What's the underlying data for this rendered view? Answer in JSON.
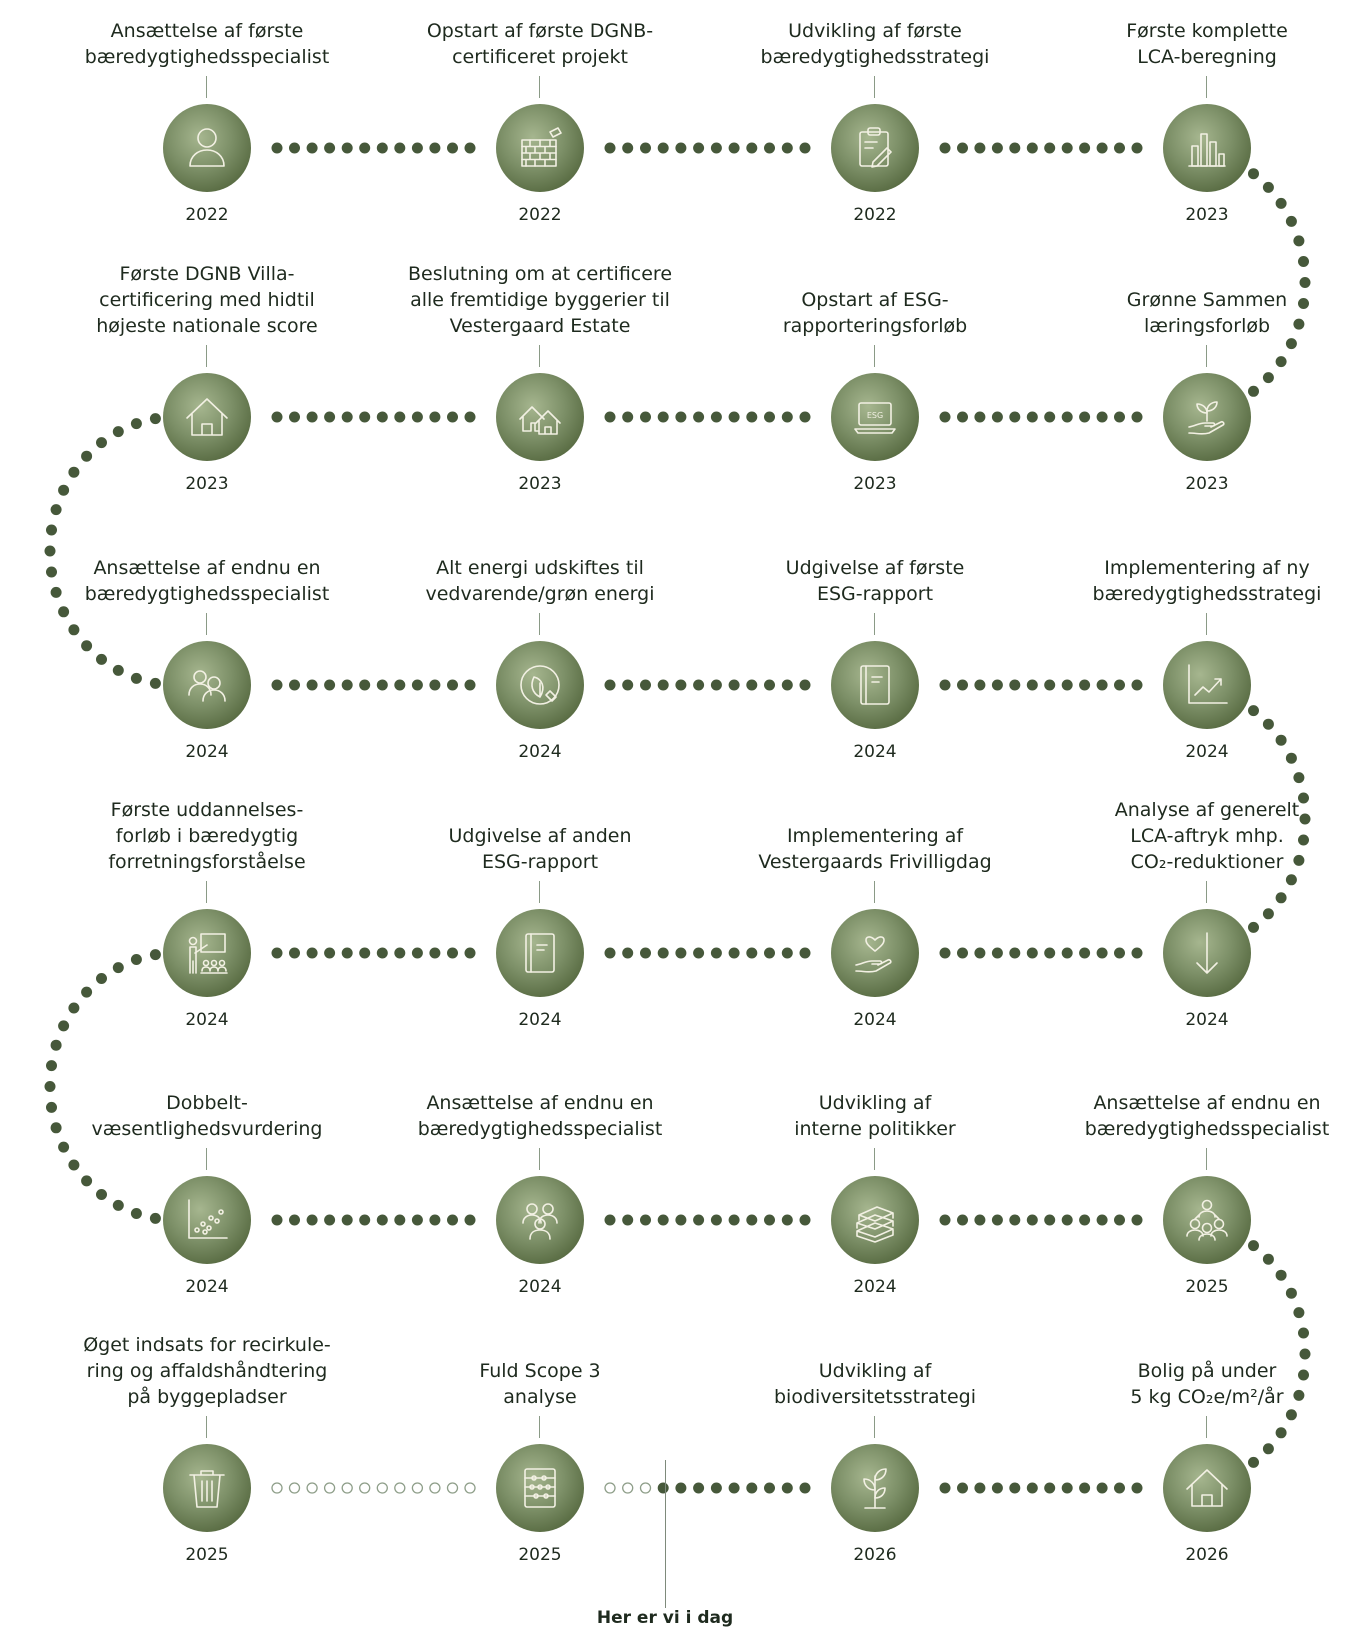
{
  "timeline": {
    "today_label": "Her er vi i dag",
    "milestones": [
      {
        "label": "Ansættelse af første\nbæredygtighedsspecialist",
        "year": "2022",
        "icon": "person-icon"
      },
      {
        "label": "Opstart af første DGNB-\ncertificeret projekt",
        "year": "2022",
        "icon": "brick-wall-icon"
      },
      {
        "label": "Udvikling af første\nbæredygtighedsstrategi",
        "year": "2022",
        "icon": "clipboard-pencil-icon"
      },
      {
        "label": "Første komplette\nLCA-beregning",
        "year": "2023",
        "icon": "bar-chart-icon"
      },
      {
        "label": "Grønne Sammen\nlæringsforløb",
        "year": "2023",
        "icon": "hand-plant-icon"
      },
      {
        "label": "Opstart af ESG-\nrapporteringsforløb",
        "year": "2023",
        "icon": "laptop-esg-icon"
      },
      {
        "label": "Beslutning om at certificere\nalle fremtidige byggerier til\nVestergaard Estate",
        "year": "2023",
        "icon": "houses-icon"
      },
      {
        "label": "Første DGNB Villa-\ncertificering med hidtil\nhøjeste nationale score",
        "year": "2023",
        "icon": "house-icon"
      },
      {
        "label": "Ansættelse af endnu en\nbæredygtighedsspecialist",
        "year": "2024",
        "icon": "two-people-icon"
      },
      {
        "label": "Alt energi udskiftes til\nvedvarende/grøn energi",
        "year": "2024",
        "icon": "green-energy-icon"
      },
      {
        "label": "Udgivelse af første\nESG-rapport",
        "year": "2024",
        "icon": "report-icon"
      },
      {
        "label": "Implementering af ny\nbæredygtighedsstrategi",
        "year": "2024",
        "icon": "trend-chart-icon"
      },
      {
        "label": "Analyse af generelt\nLCA-aftryk mhp.\nCO₂-reduktioner",
        "year": "2024",
        "icon": "arrow-down-icon"
      },
      {
        "label": "Implementering af\nVestergaards Frivilligdag",
        "year": "2024",
        "icon": "hand-heart-icon"
      },
      {
        "label": "Udgivelse af anden\nESG-rapport",
        "year": "2024",
        "icon": "report-icon"
      },
      {
        "label": "Første uddannelses-\nforløb i bæredygtig\nforretningsforståelse",
        "year": "2024",
        "icon": "teacher-class-icon"
      },
      {
        "label": "Dobbelt-\nvæsentlighedsvurdering",
        "year": "2024",
        "icon": "scatter-plot-icon"
      },
      {
        "label": "Ansættelse af endnu en\nbæredygtighedsspecialist",
        "year": "2024",
        "icon": "group-icon"
      },
      {
        "label": "Udvikling af\ninterne politikker",
        "year": "2024",
        "icon": "books-icon"
      },
      {
        "label": "Ansættelse af endnu en\nbæredygtighedsspecialist",
        "year": "2025",
        "icon": "network-people-icon"
      },
      {
        "label": "Bolig på under\n5 kg CO₂e/m²/år",
        "year": "2026",
        "icon": "house-icon"
      },
      {
        "label": "Udvikling af\nbiodiversitetsstrategi",
        "year": "2026",
        "icon": "sprout-icon"
      },
      {
        "label": "Fuld Scope 3\nanalyse",
        "year": "2025",
        "icon": "abacus-icon"
      },
      {
        "label": "Øget indsats for recirkule-\nring og affaldshåndtering\npå byggepladser",
        "year": "2025",
        "icon": "trash-bin-icon"
      }
    ]
  },
  "colors": {
    "dot_filled": "#46583a",
    "dot_hollow_stroke": "#8e9e89",
    "circle_dark": "#46583a",
    "icon_stroke": "#f2f0e3"
  }
}
